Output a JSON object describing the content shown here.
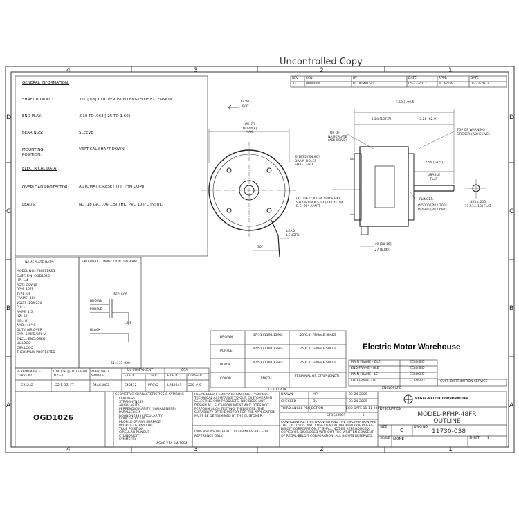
{
  "watermark": "Uncontrolled Copy",
  "zones": {
    "top": [
      "4",
      "3",
      "2",
      "1"
    ],
    "bottom": [
      "4",
      "3",
      "2",
      "1"
    ],
    "left": [
      "D",
      "C",
      "B",
      "A"
    ],
    "right": [
      "D",
      "C",
      "B",
      "A"
    ]
  },
  "revision_block": {
    "headers": [
      "REV",
      "ECN",
      "BY",
      "DATE",
      "APPR",
      "DATE"
    ],
    "row": [
      "D",
      "0000000",
      "D. DOMALSKI",
      "05-22-2012",
      "M. AVILA",
      "05-22-2012"
    ]
  },
  "general_info": {
    "heading": "GENERAL INFORMATION:",
    "rows": [
      {
        "label": "SHAFT RUNOUT:",
        "value": ".001[.03] T.I.R. PER INCH LENGTH OF EXTENSION"
      },
      {
        "label": "END PLAY:",
        "value": ".010 TO .063 [.25 TO 1.60]"
      },
      {
        "label": "BEARINGS:",
        "value": "SLEEVE"
      },
      {
        "label": "MOUNTING POSITION:",
        "value": "VERTICAL SHAFT DOWN"
      }
    ]
  },
  "electrical_data": {
    "heading": "ELECTRICAL DATA:",
    "rows": [
      {
        "label": "OVERLOAD PROTECTOR:",
        "value": "AUTOMATIC RESET (T.I. THM COM)"
      },
      {
        "label": "LEADS:",
        "value": "NO. 18 GA., .06[1.5] THK. PVC 105°C INSUL."
      }
    ]
  },
  "nameplate": {
    "heading": "NAMEPLATE DATA:",
    "lines": [
      "MODEL NO.: F48F81N01",
      "CUST. P/N: OGD1026",
      "HP: 1/4",
      "ROT.: CCWLE",
      "RPM: 1075",
      "TYPE: UP",
      "FRAME: 48Y",
      "VOLTS: 208-230",
      "PH: 1",
      "AMPS: 1.5",
      "HZ: 60",
      "INS.: B",
      "AMB.: 40° C",
      "DUTY: AIR OVER",
      "CAP.: 5 MFD/370 V",
      "ENCL.: ENCLOSED",
      "UL LOGO",
      "CSA LOGO",
      "THERMALLY PROTECTED"
    ]
  },
  "connection_diagram": {
    "heading": "EXTERNAL CONNECTION DIAGRAM",
    "cap_label": "SEP. CAP.",
    "wires": [
      "BROWN",
      "PURPLE",
      "BLACK"
    ],
    "line_label": "LINE",
    "ref": "614131-030"
  },
  "performance_table": {
    "headers": [
      "PERFORMANCE CURVE NO.",
      "TORQUE @ 1075 RPM (OZ-FT)",
      "APPROVED SAMPLE"
    ],
    "ul_heading": "UL COMPONENT",
    "ul_sub": [
      "FILE #",
      "CCN #"
    ],
    "csa_heading": "CSA",
    "csa_sub": [
      "FILE #",
      "CLASS #"
    ],
    "row": [
      "C31242",
      "22.1 OZ. FT.",
      "94AC4883",
      "E48412",
      "PRGY2",
      "LR43341",
      "220-#-0"
    ]
  },
  "lead_data": {
    "rows": [
      {
        "color": "BROWN",
        "length": "47/51 [1194/1295]",
        "term": ".25[6.4] FEMALE SPADE"
      },
      {
        "color": "PURPLE",
        "length": "47/51 [1194/1295]",
        "term": ".25[6.4] FEMALE SPADE"
      },
      {
        "color": "BLACK",
        "length": "47/51 [1194/1295]",
        "term": ".25[6.4] FEMALE SPADE"
      }
    ],
    "header": [
      "COLOR",
      "LENGTH",
      "TERMINAL OR STRIP LENGTH"
    ],
    "caption": "LEAD DATA"
  },
  "brand_text": "Electric Motor Warehouse",
  "enclosure_table": {
    "rows": [
      {
        "label": "MAIN FRAME - OLE",
        "value": "ECLOSED"
      },
      {
        "label": "END FRAME - OLE",
        "value": "ECLOSED"
      },
      {
        "label": "MAIN FRAME - LE",
        "value": "ECLOSED"
      },
      {
        "label": "END FRAME - LE",
        "value": "ECLOSED"
      }
    ],
    "caption": "ENCLOSURE"
  },
  "dist_block": "CUST. DISTRIBUTION SERVICE",
  "part_number": "OGD1026",
  "geometric_notes": {
    "heading": "GEOMETRIC CHARACTERISTICS & SYMBOLS",
    "items": [
      "FLATNESS",
      "STRAIGHTNESS",
      "ANGULARITY",
      "PERPENDICULARITY (SQUARENESS)",
      "PARALLELISM",
      "ROUNDNESS (CIRCULARITY)",
      "CONCENTRICITY",
      "PROFILE OF ANY SURFACE",
      "PROFILE OF ANY LINE",
      "TRUE POSITION",
      "CIRCULAR RUNOUT",
      "CYLINDRICITY",
      "SYMMETRY"
    ],
    "footer": "ASME Y14.5M-1994"
  },
  "regal_notice": "REGAL-BELOIT CORPORATION (RBC) PROVIDES TECHNICAL ASSISTANCE TO OUR CUSTOMERS IN SELECTING OUR PRODUCTS. RBC DOES NOT DESIGN ALL SUCH EQUIPMENT AND DOES NOT PERFORM SUCH TESTING. THEREFORE, THE SUITABILITY OF THE MOTOR FOR THE APPLICATION MUST BE DETERMINED BY THE CUSTOMER.",
  "dimension_note": "DIMENSIONS WITHOUT TOLERANCES ARE FOR REFERENCE ONLY.",
  "confidential_note": "CONFIDENTIAL: THIS DRAWING AND THE INFORMATION ARE THE EXCLUSIVE AND CONFIDENTIAL PROPERTY OF REGAL-BELOIT CORPORATION. IT SHALL NOT BE REPRODUCED, COPIED OR DISCLOSED WITHOUT THE WRITTEN CONSENT OF REGAL-BELOIT CORPORATION. ALL RIGHTS RESERVED.",
  "title_block": {
    "drawn": {
      "label": "DRAWN",
      "by": "MP",
      "date": "03-24-2009"
    },
    "checked": {
      "label": "CHECKED",
      "by": "DL",
      "date": "03-24-2009"
    },
    "third_angle": "THIRD ANGLE PROJECTION",
    "eco_date": "ECO DATE 11-11-2011",
    "company": "REGAL-BELOIT CORPORATION",
    "description_label": "DESCRIPTION",
    "description": "MODEL-RFHP-48FR OUTLINE",
    "size_label": "SIZE",
    "size": "C",
    "dwg_label": "DWG NO.",
    "dwg_no": "11730-038",
    "scale_label": "SCALE",
    "scale": "NONE",
    "sheet_label": "SHEET",
    "sheet": "1",
    "stock_label": "STOCK MOT",
    "stock": "-1"
  },
  "front_view": {
    "rotation": "CCWLE",
    "rotation_sub": "ROT",
    "diameter": "Ø5.70 [Ø144.8] MAX.",
    "shaft": "Ø.1875 [Ø4.80] DRAIN HOLES SHAFT END",
    "studs": "(4) .19-32 X2-2A THD'S EXT. STUDS ON A 5.13 [130.4] DIA. B.C. 90° APART",
    "lead_length": "LEAD LENGTH",
    "angle": "30°"
  },
  "side_view": {
    "overall": "7.50 [190.5]",
    "left_dim": "4.24 [107.7]",
    "right_dim": "3.28 [82.9]",
    "shaft_len": "2.50 [63.5]",
    "usable_flat": "USABLE FLAT",
    "nameplate_note": "TOP OF NAMEPLATE (ADHESIVE)",
    "warning_note": "TOP OF WARNING STICKER (ADHESIVE)",
    "flinger": "FLINGER",
    "shaft_dia": "Ø.5000 [Ø12.700] Ø.4995 [Ø12.687]",
    "bottom_dim1": ".40 [10.16]",
    "bottom_dim2": ".27 [6.86]",
    "flat": ".453±.005 [11.51±.13] FLAT"
  }
}
